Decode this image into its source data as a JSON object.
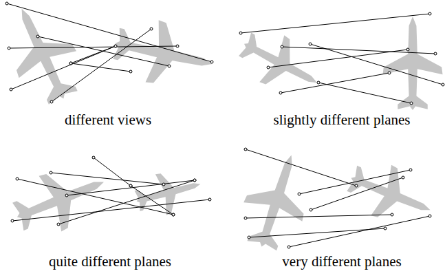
{
  "diagram": {
    "labels": [
      "different views",
      "slightly different planes",
      "quite different planes",
      "very different planes"
    ]
  }
}
